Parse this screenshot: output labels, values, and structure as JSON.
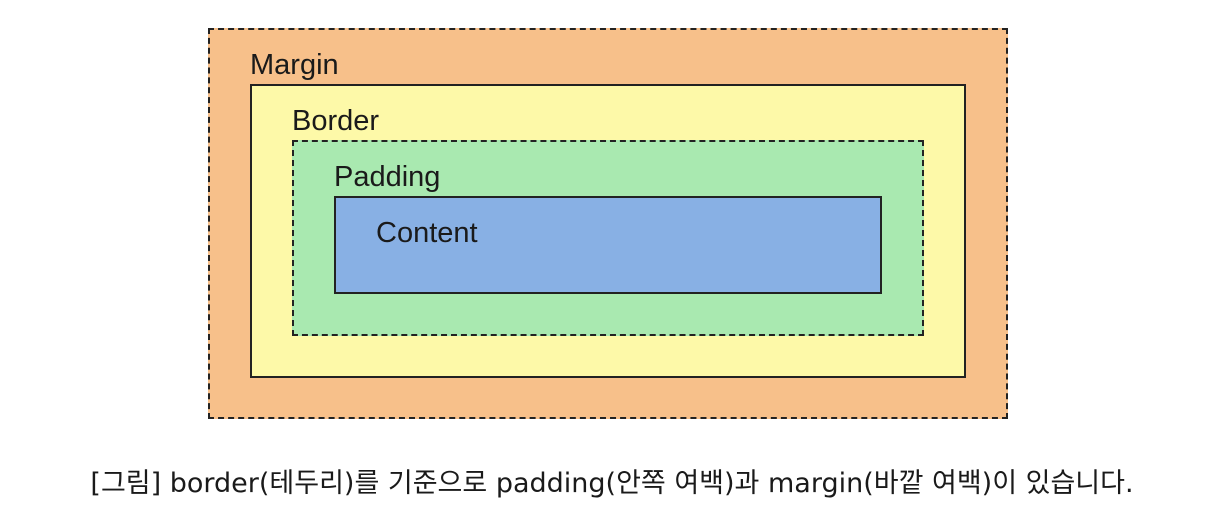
{
  "diagram": {
    "layers": [
      {
        "id": "margin",
        "label": "Margin",
        "color": "#f7c08a",
        "border": "dashed"
      },
      {
        "id": "border",
        "label": "Border",
        "color": "#fdf9a8",
        "border": "solid"
      },
      {
        "id": "padding",
        "label": "Padding",
        "color": "#a9e9b0",
        "border": "dashed"
      },
      {
        "id": "content",
        "label": "Content",
        "color": "#88b0e4",
        "border": "solid"
      }
    ]
  },
  "caption": "[그림] border(테두리)를 기준으로 padding(안쪽 여백)과 margin(바깥 여백)이 있습니다."
}
